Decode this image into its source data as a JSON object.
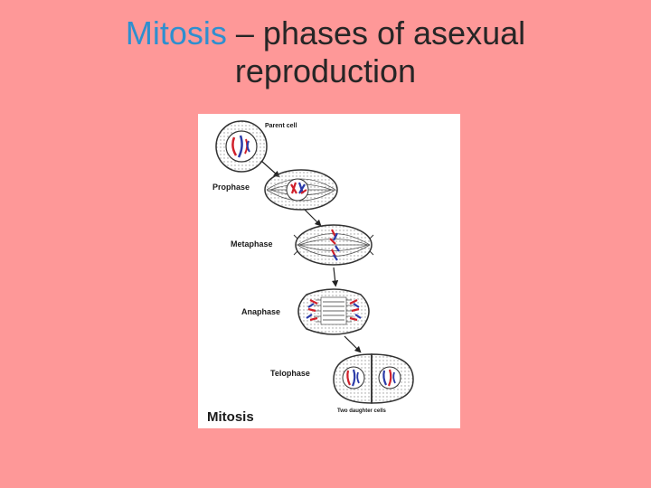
{
  "slide": {
    "title_accent": "Mitosis",
    "title_rest": " – phases of asexual reproduction"
  },
  "diagram": {
    "labels": {
      "parent_cell": "Parent cell",
      "prophase": "Prophase",
      "metaphase": "Metaphase",
      "anaphase": "Anaphase",
      "telophase": "Telophase",
      "daughter_cells": "Two daughter cells",
      "caption": "Mitosis"
    },
    "colors": {
      "chromosome_red": "#d0202a",
      "chromosome_blue": "#2a3aa8",
      "cell_outline": "#333333"
    }
  }
}
